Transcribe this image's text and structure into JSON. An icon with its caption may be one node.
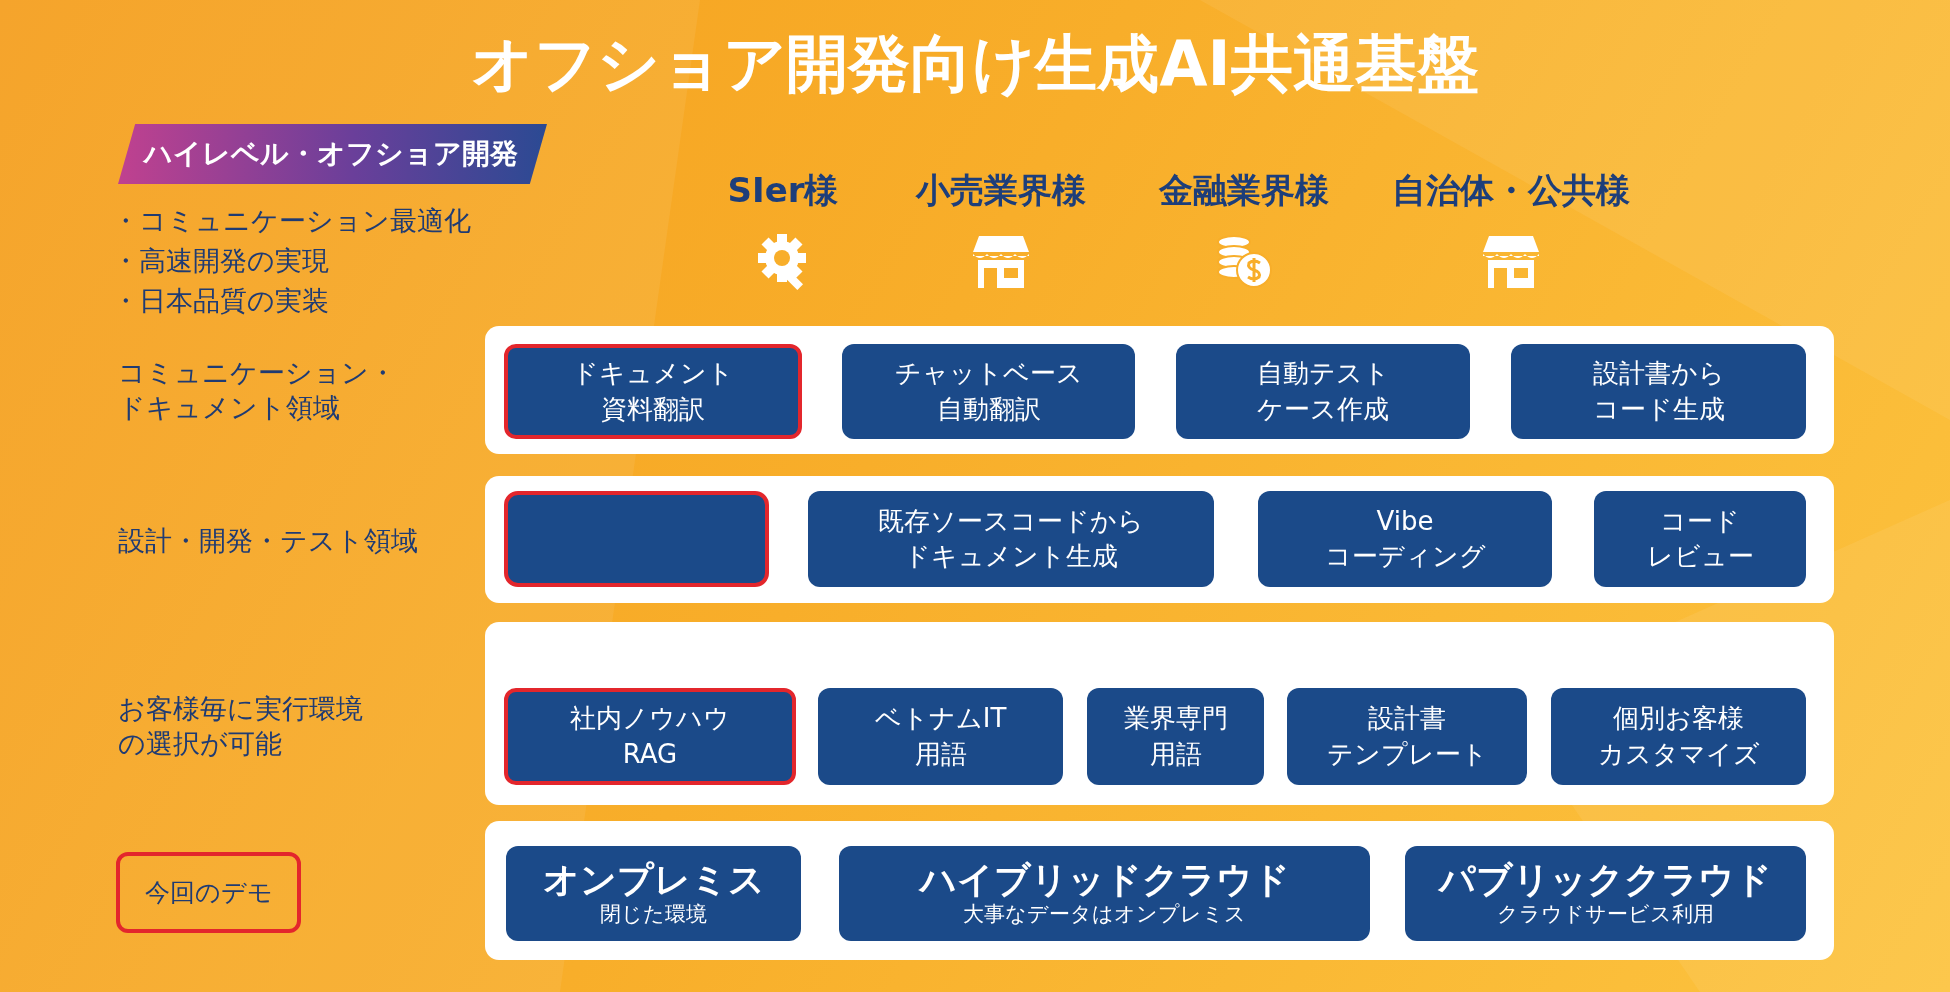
{
  "diagram": {
    "title": "オフショア開発向け生成AI共通基盤",
    "nodes": [
      {
        "text": [],
        "shape": "box"
      },
      {
        "text": [
          "ドキュメント資料翻訳"
        ],
        "in": 0
      },
      {
        "text": [
          "チャットベース自動翻訳"
        ],
        "in": 0
      },
      {
        "text": [
          "自動テストケース作成"
        ],
        "in": 0
      },
      {
        "text": [
          "設計書からコード生成"
        ],
        "in": 0
      },
      {
        "text": [],
        "shape": "box"
      },
      {
        "text": [],
        "shape": "box",
        "in": 5
      },
      {
        "text": [
          "既存ソースコードからドキュメント生成"
        ],
        "in": 5
      },
      {
        "text": [
          "Vibe コーディング"
        ],
        "in": 5
      },
      {
        "text": [
          "コードレビュー"
        ],
        "in": 5
      },
      {
        "text": [],
        "shape": "box"
      },
      {
        "text": [
          "社内ノウハウRAG"
        ],
        "in": 10
      },
      {
        "text": [
          "ベトナムIT用語"
        ],
        "in": 10
      },
      {
        "text": [
          "業界専門用語"
        ],
        "in": 10
      },
      {
        "text": [
          "設計書テンプレート"
        ],
        "in": 10
      },
      {
        "text": [
          "個別お客様カスタマイズ"
        ],
        "in": 10
      },
      {
        "text": [],
        "shape": "box"
      },
      {
        "text": [
          "オンプレミス",
          "閉じた環境"
        ],
        "in": 16
      },
      {
        "text": [
          "ハイブリッドクラウド",
          "大事なデータはオンプレミス"
        ],
        "in": 16
      },
      {
        "text": [
          "パブリッククラウド",
          "クラウドサービス利用"
        ],
        "in": 16
      },
      {
        "text": [
          "ハイレベル・オフショア開発"
        ]
      }
    ],
    "edges": [],
    "labels": [
      "SIer様",
      "小売業界様",
      "金融業界様",
      "自治体・公共様",
      "・コミュニケーション最適化",
      "・高速開発の実現",
      "・日本品質の実装",
      "コミュニケーション・ドキュメント領域",
      "設計・開発・テスト領域",
      "お客様毎に実行環境の選択が可能"
    ],
    "legend": [
      {
        "text": "今回のデモ",
        "color": "#e3262c"
      }
    ]
  }
}
